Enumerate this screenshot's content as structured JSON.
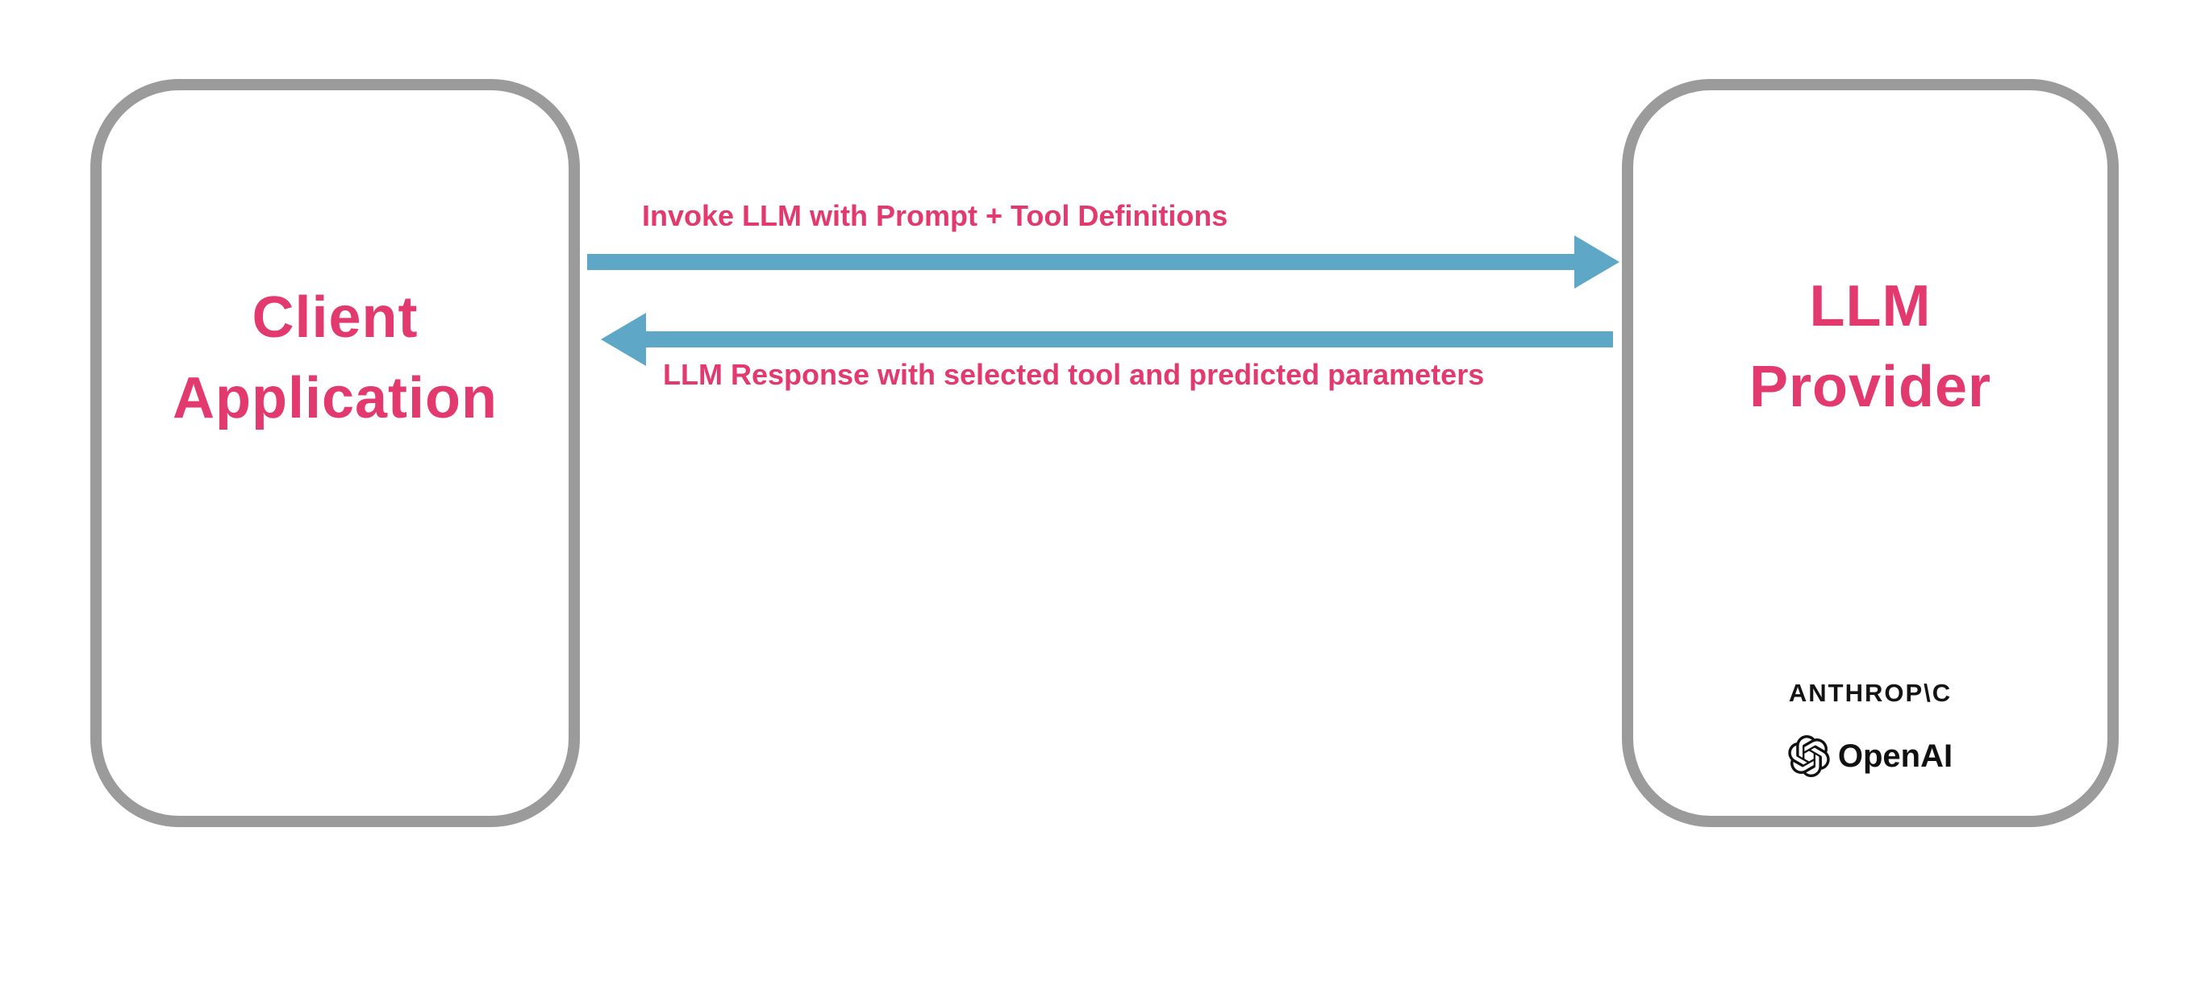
{
  "diagram": {
    "client_box": {
      "label_line1": "Client",
      "label_line2": "Application"
    },
    "provider_box": {
      "label_line1": "LLM",
      "label_line2": "Provider"
    },
    "arrows": {
      "request": {
        "label": "Invoke LLM with Prompt + Tool Definitions",
        "direction": "right",
        "from": "Client Application",
        "to": "LLM Provider"
      },
      "response": {
        "label": "LLM Response with selected tool and predicted parameters",
        "direction": "left",
        "from": "LLM Provider",
        "to": "Client Application"
      }
    },
    "logos": {
      "anthropic_label": "ANTHROP\\C",
      "openai_label": "OpenAI"
    },
    "colors": {
      "accent_pink": "#e2396f",
      "arrow_blue": "#5ea7c6",
      "box_border_gray": "#9b9b9b",
      "logo_black": "#131313",
      "background": "#ffffff"
    }
  }
}
